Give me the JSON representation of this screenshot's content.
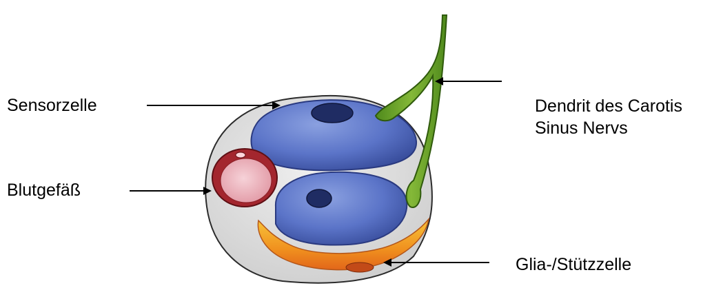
{
  "labels": {
    "sensorzelle": "Sensorzelle",
    "blutgefaess": "Blutgefäß",
    "dendrit_line1": "Dendrit des Carotis",
    "dendrit_line2": "Sinus Nervs",
    "glia": "Glia-/Stützzelle"
  },
  "colors": {
    "outer_cell": "#d9d9d9",
    "sensor_cell": "#5b74c8",
    "nucleus": "#1f2c63",
    "vessel_wall": "#a3262e",
    "vessel_lumen": "#e9a3ad",
    "dendrite": "#6ba22a",
    "glia": "#f0901e",
    "glia_nucleus": "#c24a18"
  }
}
